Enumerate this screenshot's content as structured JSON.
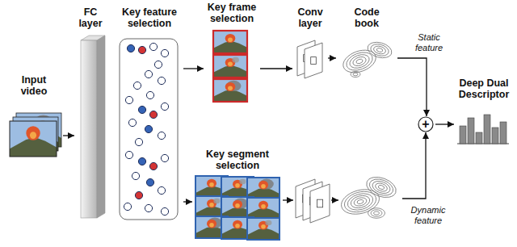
{
  "diagram": {
    "nodes": [
      {
        "text": [
          "Input video"
        ]
      },
      {
        "text": [
          "FC layer"
        ]
      },
      {
        "text": [
          "Key feature selection"
        ]
      },
      {
        "text": [
          "Key frame selection"
        ]
      },
      {
        "text": [
          "Conv layer"
        ]
      },
      {
        "text": [
          "Code book"
        ]
      },
      {
        "text": [
          "Key segment selection"
        ]
      },
      {
        "text": [
          "+"
        ]
      },
      {
        "text": [
          "Deep Dual Descriptor"
        ]
      }
    ],
    "edges": [
      {
        "from": 0,
        "to": 1,
        "arrow": "to"
      },
      {
        "from": 2,
        "to": 3,
        "arrow": "to"
      },
      {
        "from": 3,
        "to": 4,
        "arrow": "to"
      },
      {
        "from": 4,
        "to": 5,
        "arrow": "to"
      },
      {
        "from": 5,
        "to": 7,
        "arrow": "to",
        "label": "Static feature"
      },
      {
        "from": 7,
        "to": 8,
        "arrow": "to"
      },
      {
        "from": 2,
        "to": 6,
        "arrow": "to"
      }
    ],
    "labels": [
      "Dynamic feature"
    ]
  }
}
